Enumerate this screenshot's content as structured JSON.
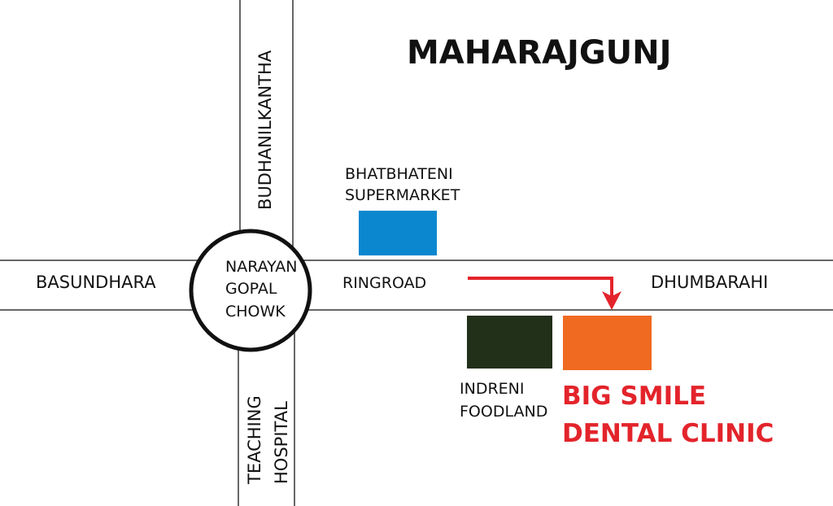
{
  "map": {
    "area_title": "MAHARAJGUNJ",
    "roads": {
      "north": "BUDHANILKANTHA",
      "south_line1": "TEACHING",
      "south_line2": "HOSPITAL",
      "west": "BASUNDHARA",
      "east_near": "RINGROAD",
      "east_far": "DHUMBARAHI"
    },
    "junction": {
      "line1": "NARAYAN",
      "line2": "GOPAL",
      "line3": "CHOWK"
    },
    "landmarks": [
      {
        "line1": "BHATBHATENI",
        "line2": "SUPERMARKET",
        "color": "#0a87cf"
      },
      {
        "line1": "INDRENI",
        "line2": "FOODLAND",
        "color": "#22301a"
      },
      {
        "line1": "BIG SMILE",
        "line2": "DENTAL CLINIC",
        "color": "#f06a21"
      }
    ],
    "arrow_color": "#e3242b"
  }
}
